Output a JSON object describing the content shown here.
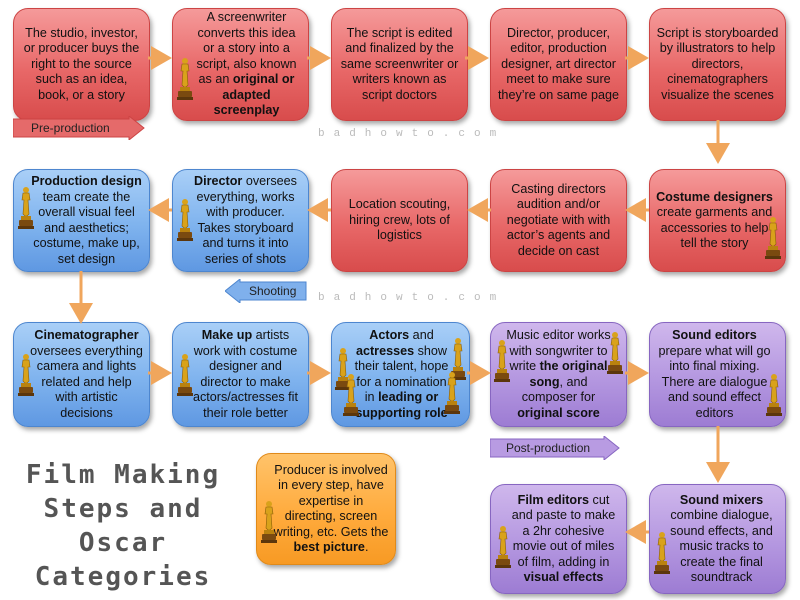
{
  "title_lines": [
    "Film Making",
    "Steps and",
    "Oscar",
    "Categories"
  ],
  "watermark": "badhowto.com",
  "phases": {
    "pre": "Pre-production",
    "shooting": "Shooting",
    "post": "Post-production"
  },
  "boxes": {
    "b1": {
      "text": "The studio, investor, or producer buys the right to the source such as an idea, book, or a story"
    },
    "b2": {
      "pre": "A screenwriter converts this idea or a story into a script, also known as an ",
      "bold": "original or adapted screenplay"
    },
    "b3": {
      "text": "The script is edited and finalized by the same screenwriter or writers known as script doctors"
    },
    "b4": {
      "text": "Director, producer, editor, production designer, art director meet to make sure they’re on same page"
    },
    "b5": {
      "text": "Script is storyboarded by illustrators to help directors, cinematographers visualize the scenes"
    },
    "b6": {
      "bold": "Costume designers",
      "post": " create garments and accessories to help tell the story"
    },
    "b7": {
      "text": "Casting directors audition and/or negotiate with with actor’s agents and decide on cast"
    },
    "b8": {
      "text": "Location scouting, hiring crew, lots of logistics"
    },
    "b9": {
      "bold": "Director",
      "post": " oversees everything, works with producer. Takes storyboard and turns it into series of shots"
    },
    "b10": {
      "bold": "Production design",
      "post": " team create the overall visual feel and aesthetics; costume, make up, set design"
    },
    "b11": {
      "bold": "Cinematographer",
      "post": " oversees everything camera and lights related and help with artistic decisions"
    },
    "b12": {
      "bold": "Make up",
      "post": " artists work with costume designer and director to make actors/actresses fit their role better"
    },
    "b13": {
      "bold1": "Actors",
      "mid1": " and ",
      "bold2": "actresses",
      "mid2": " show their talent, hope for a nomination in ",
      "bold3": "leading or supporting role"
    },
    "b14": {
      "pre": "Music editor works with songwriter to write ",
      "bold1": "the original song",
      "mid": ", and composer for ",
      "bold2": "original score"
    },
    "b15": {
      "bold": "Sound editors",
      "post": " prepare what will go into final mixing. There are dialogue and sound effect editors"
    },
    "b16": {
      "bold": "Sound mixers",
      "post": " combine dialogue, sound effects, and music tracks to create the final soundtrack"
    },
    "b17": {
      "bold1": "Film editors",
      "mid": " cut and paste to make a 2hr cohesive movie out of miles of film, adding in ",
      "bold2": "visual effects"
    },
    "b18": {
      "pre": "Producer is involved in every step, have expertise in directing, screen writing, etc. Gets the ",
      "bold": "best picture",
      "post": "."
    }
  },
  "colors": {
    "red": "#e86868",
    "blue": "#7fb3ee",
    "purple": "#b497e0",
    "orange": "#ffab3d",
    "flow_arrow": "#f0a65c",
    "oscar_gold": "#d9a21b"
  },
  "icons": [
    "oscar-statuette-icon"
  ]
}
